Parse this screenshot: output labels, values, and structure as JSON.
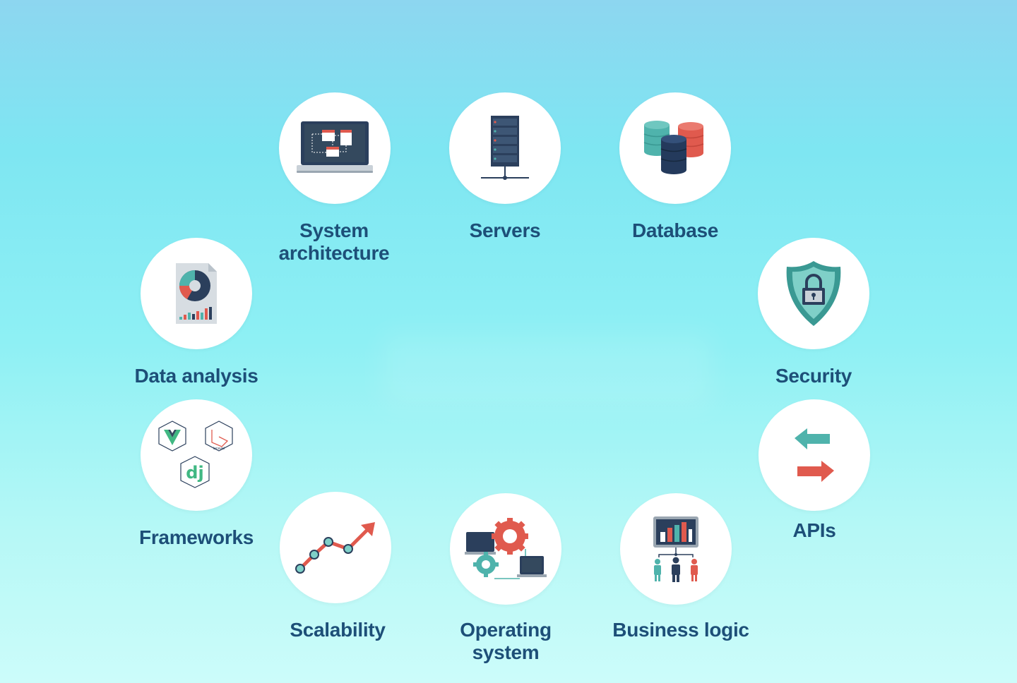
{
  "nodes": [
    {
      "id": "system-architecture",
      "label": "System\narchitecture",
      "icon": "laptop-diagram-icon"
    },
    {
      "id": "servers",
      "label": "Servers",
      "icon": "server-rack-icon"
    },
    {
      "id": "database",
      "label": "Database",
      "icon": "database-stack-icon"
    },
    {
      "id": "data-analysis",
      "label": "Data analysis",
      "icon": "report-chart-icon"
    },
    {
      "id": "security",
      "label": "Security",
      "icon": "shield-lock-icon"
    },
    {
      "id": "frameworks",
      "label": "Frameworks",
      "icon": "framework-logos-icon",
      "logo_texts": [
        "dj",
        "laravel"
      ]
    },
    {
      "id": "apis",
      "label": "APIs",
      "icon": "exchange-arrows-icon"
    },
    {
      "id": "scalability",
      "label": "Scalability",
      "icon": "growth-chart-icon"
    },
    {
      "id": "operating-system",
      "label": "Operating\nsystem",
      "icon": "computers-gears-icon"
    },
    {
      "id": "business-logic",
      "label": "Business logic",
      "icon": "dashboard-people-icon"
    }
  ],
  "colors": {
    "label": "#1d4f78",
    "navy": "#2b3f5c",
    "teal": "#4fb3ac",
    "red": "#e05a4e",
    "circle": "#ffffff"
  }
}
